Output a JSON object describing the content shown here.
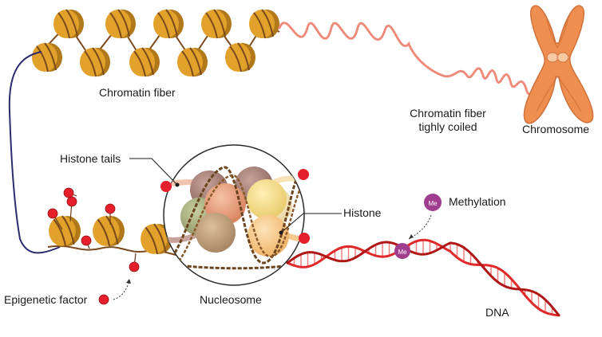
{
  "labels": {
    "chromatin_fiber": "Chromatin fiber",
    "coiled_line1": "Chromatin fiber",
    "coiled_line2": "tighly coiled",
    "chromosome": "Chromosome",
    "histone_tails": "Histone tails",
    "histone": "Histone",
    "methylation": "Methylation",
    "me_badge": "Me",
    "epigenetic_factor": "Epigenetic factor",
    "nucleosome": "Nucleosome",
    "dna": "DNA"
  },
  "colors": {
    "nucleosome_fill": "#e2a12a",
    "nucleosome_dark": "#b07818",
    "dna_wrap": "#7a4a1e",
    "coil": "#ef8a7a",
    "chromosome": "#ee8f4f",
    "chromosome_dark": "#d0703a",
    "helix_red": "#e02a2a",
    "helix_dark": "#b01818",
    "factor_red": "#e51f2b",
    "methyl_purple": "#a13d8f",
    "linker_blue": "#2c2b6e"
  }
}
